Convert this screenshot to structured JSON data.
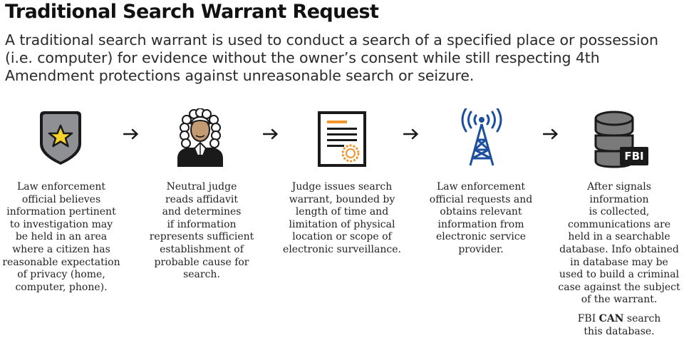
{
  "title": "Traditional Search Warrant Request",
  "intro": "A traditional search warrant is used to conduct a search of a specified place or possession (i.e. computer) for evidence without the owner’s consent while still respecting 4th Amendment protections against unreasonable search or seizure.",
  "colors": {
    "badge_gray": "#8e9094",
    "star_yellow": "#f6d22a",
    "judge_skin": "#c49a72",
    "document_orange": "#f0962c",
    "tower_blue": "#1d4f9e",
    "outline": "#1a1a1a"
  },
  "steps": [
    {
      "icon": "police-badge-icon",
      "lines": [
        "Law enforcement",
        "official believes",
        "information pertinent",
        "to investigation may",
        "be held in an area",
        "where a citizen has",
        "reasonable expectation",
        "of privacy (home,",
        "computer, phone)."
      ]
    },
    {
      "icon": "judge-icon",
      "lines": [
        "Neutral judge",
        "reads affidavit",
        "and determines",
        "if information",
        "represents sufficient",
        "establishment of",
        "probable cause for",
        "search."
      ]
    },
    {
      "icon": "warrant-document-icon",
      "lines": [
        "Judge issues search",
        "warrant, bounded by",
        "length of time and",
        "limitation of physical",
        "location or scope of",
        "electronic surveillance."
      ]
    },
    {
      "icon": "cell-tower-icon",
      "lines": [
        "Law enforcement",
        "official requests and",
        "obtains relevant",
        "information from",
        "electronic service",
        "provider."
      ]
    },
    {
      "icon": "fbi-database-icon",
      "icon_label": "FBI",
      "lines": [
        "After signals",
        "information",
        "is collected,",
        "communications are",
        "held in a searchable",
        "database. Info obtained",
        "in database may be",
        "used to build a criminal",
        "case against the subject",
        "of the warrant."
      ],
      "note": {
        "before": "FBI ",
        "emphasis": "CAN",
        "after": " search",
        "line2": "this database."
      }
    }
  ],
  "arrows": [
    "→",
    "→",
    "→",
    "→"
  ]
}
